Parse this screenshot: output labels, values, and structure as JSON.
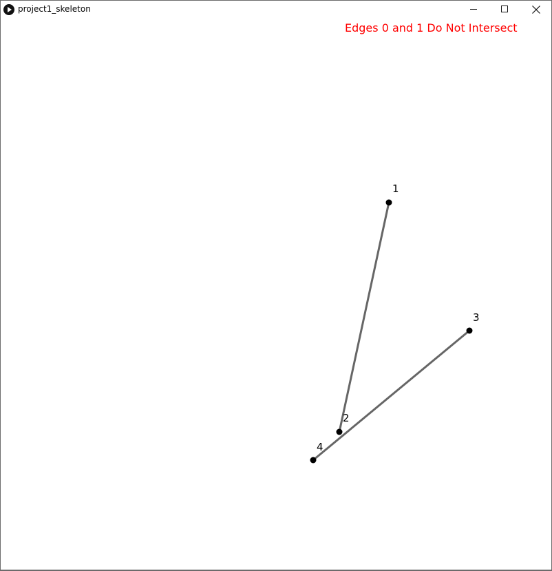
{
  "window": {
    "title": "project1_skeleton"
  },
  "status_message": "Edges 0 and 1 Do Not Intersect",
  "colors": {
    "status_text": "#ff0000",
    "edge": "#666666",
    "vertex": "#000000",
    "background": "#ffffff"
  },
  "icons": {
    "app": "play-circle-icon",
    "minimize": "minimize-icon",
    "maximize": "maximize-icon",
    "close": "close-icon"
  },
  "vertices": {
    "v1": {
      "label": "1"
    },
    "v2": {
      "label": "2"
    },
    "v3": {
      "label": "3"
    },
    "v4": {
      "label": "4"
    }
  }
}
